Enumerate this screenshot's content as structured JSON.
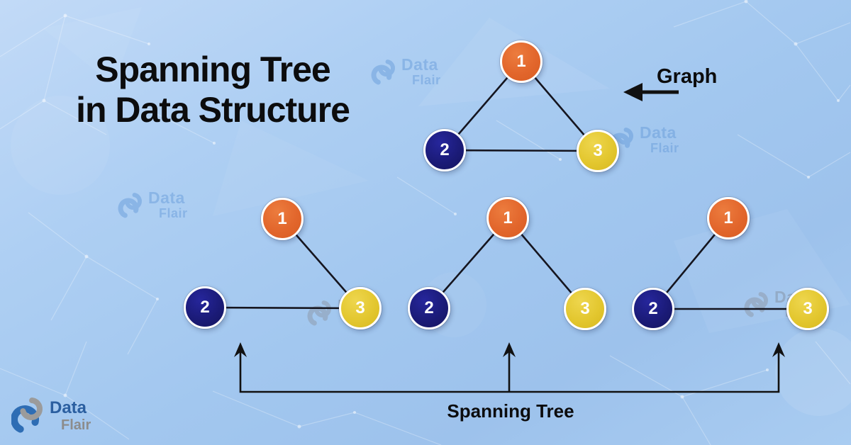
{
  "title": {
    "line1": "Spanning Tree",
    "line2": "in Data Structure"
  },
  "graph_section": {
    "label": "Graph",
    "nodes": {
      "n1": "1",
      "n2": "2",
      "n3": "3"
    },
    "edges": [
      "1-2",
      "1-3",
      "2-3"
    ]
  },
  "spanning_trees": [
    {
      "name": "spanning-tree-1",
      "nodes": {
        "n1": "1",
        "n2": "2",
        "n3": "3"
      },
      "edges": [
        "1-3",
        "2-3"
      ]
    },
    {
      "name": "spanning-tree-2",
      "nodes": {
        "n1": "1",
        "n2": "2",
        "n3": "3"
      },
      "edges": [
        "1-2",
        "1-3"
      ]
    },
    {
      "name": "spanning-tree-3",
      "nodes": {
        "n1": "1",
        "n2": "2",
        "n3": "3"
      },
      "edges": [
        "1-2",
        "2-3"
      ]
    }
  ],
  "caption": "Spanning Tree",
  "watermark": {
    "top": "Data",
    "bottom": "Flair"
  },
  "brand": {
    "top": "Data",
    "bottom": "Flair"
  },
  "colors": {
    "node_1_orange": "#E2662C",
    "node_2_navy": "#1B1B78",
    "node_3_yellow": "#E3C72F",
    "edge_line": "#15151F",
    "background_blue": "#A2C7EF",
    "title_text": "#0C0C0D",
    "watermark_blue": "#5B93D6",
    "watermark_gray": "#8A93A0",
    "brand_blue": "#2B5FA0",
    "brand_gray": "#8C8C8C"
  }
}
